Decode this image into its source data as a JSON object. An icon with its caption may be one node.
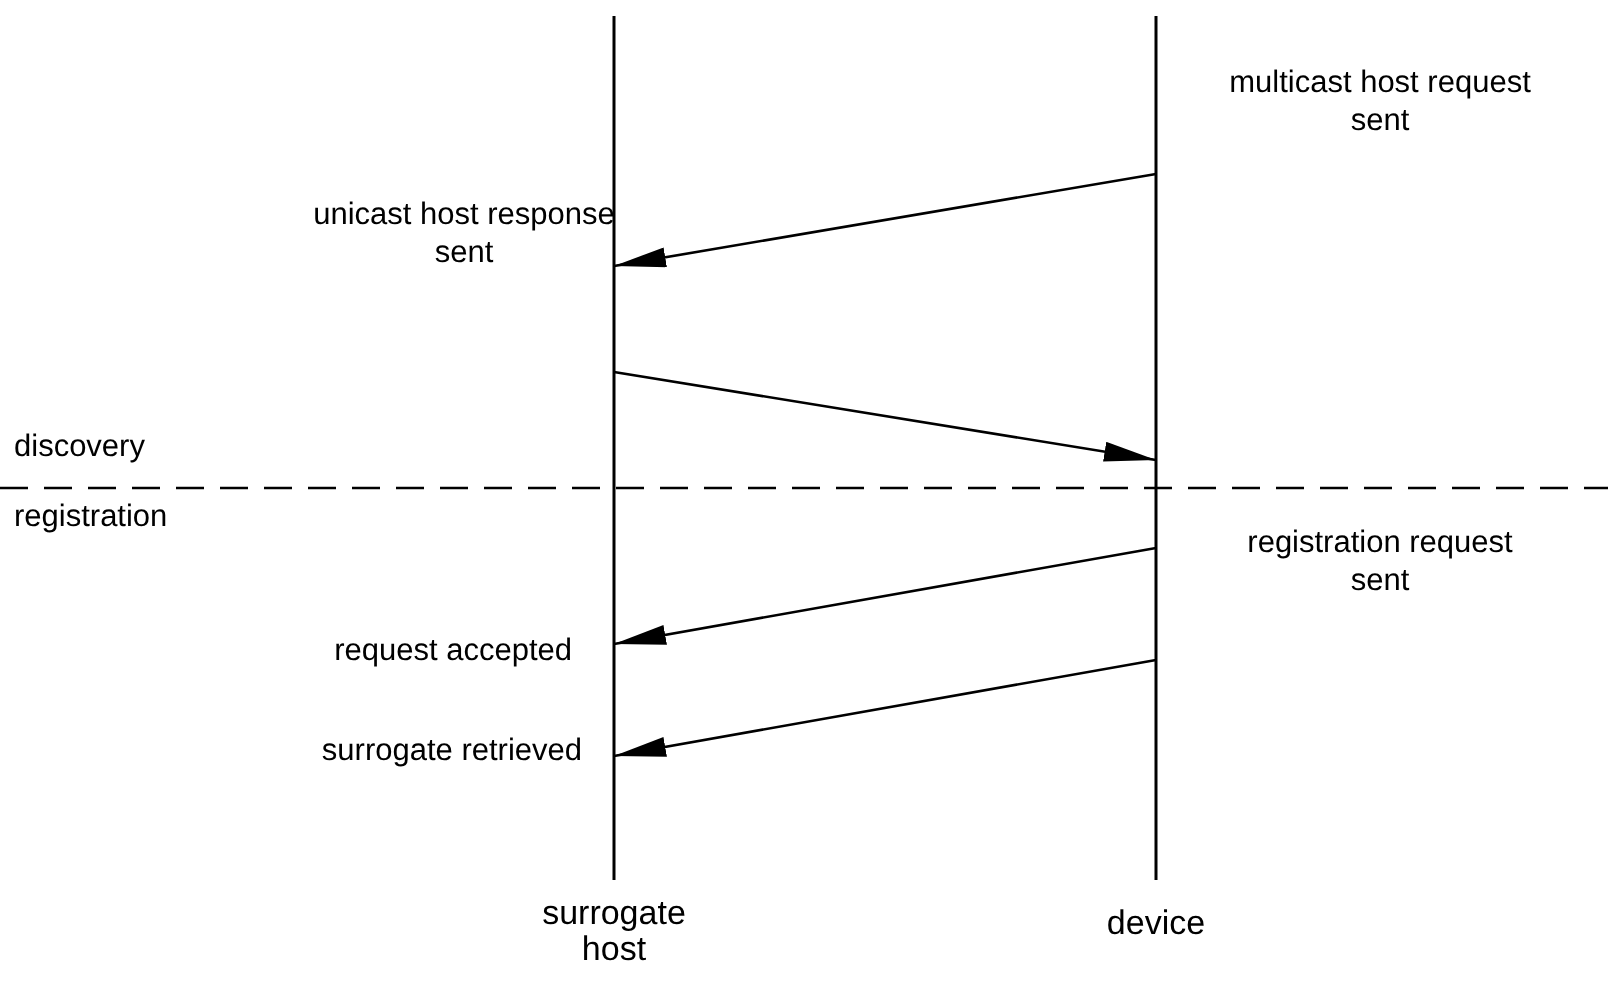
{
  "diagram": {
    "nodes": [
      {
        "text": [
          "surrogate host"
        ]
      },
      {
        "text": [
          "device"
        ]
      }
    ],
    "edges": [
      {
        "from": 1,
        "to": 0,
        "arrow": "to"
      },
      {
        "from": 0,
        "to": 1,
        "arrow": "to"
      },
      {
        "from": 1,
        "to": 0,
        "arrow": "to"
      },
      {
        "from": 1,
        "to": 0,
        "arrow": "to"
      }
    ],
    "labels": [
      "multicast host request sent",
      "unicast host response sent",
      "discovery",
      "registration",
      "registration request sent",
      "request accepted",
      "surrogate retrieved"
    ]
  }
}
